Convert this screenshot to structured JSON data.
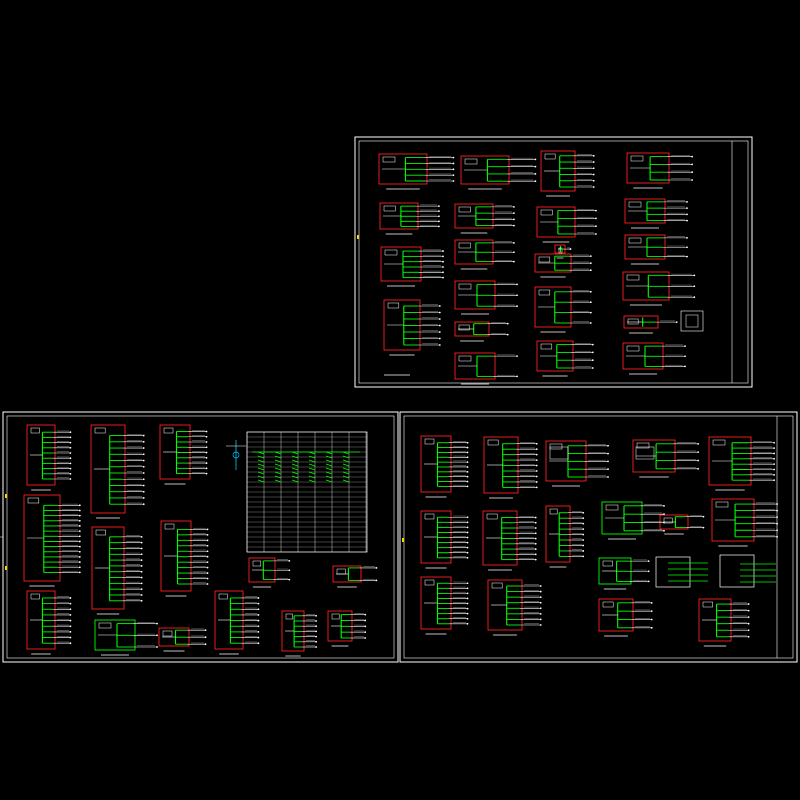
{
  "app": {
    "title": ""
  },
  "colors": {
    "background": "#000000",
    "sheet_border": "#ffffff",
    "panel_frame": "#ff2020",
    "circuit": "#00ff00",
    "wire": "#ffffff",
    "accent_box": "#00ff00",
    "cyan": "#00c8ff",
    "marker": "#ffd400"
  },
  "sheets": [
    {
      "id": "sheet-top-right",
      "panel_count": 24
    },
    {
      "id": "sheet-bottom-left",
      "panel_count": 16
    },
    {
      "id": "sheet-bottom-right",
      "panel_count": 18
    }
  ]
}
